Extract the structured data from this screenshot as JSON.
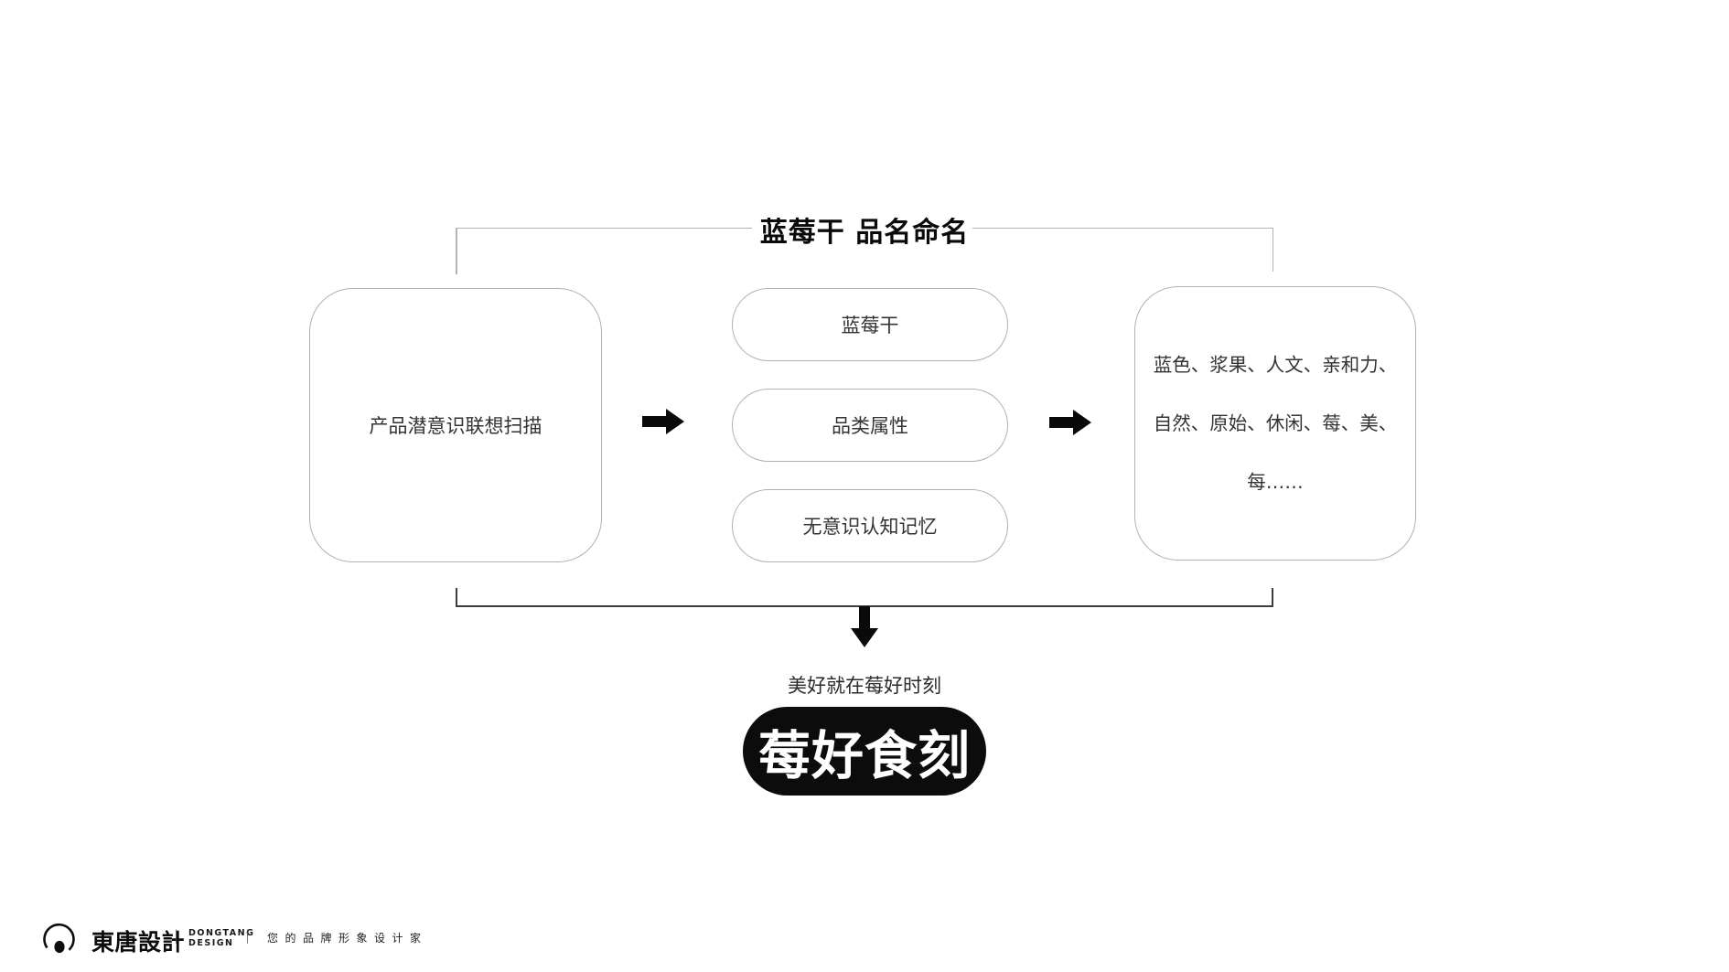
{
  "page": {
    "background": "#ffffff",
    "colors": {
      "accent_black": "#0c0c0c",
      "box_border_gray": "#b0b0b0",
      "top_bracket_gray": "#b4b4b4",
      "bottom_bracket_dark": "#3d3d3d",
      "body_text": "#333333",
      "pill_text": "#ffffff"
    }
  },
  "diagram": {
    "title": "蓝莓干 品名命名",
    "left_box": {
      "label": "产品潜意识联想扫描"
    },
    "middle_boxes": [
      {
        "label": "蓝莓干"
      },
      {
        "label": "品类属性"
      },
      {
        "label": "无意识认知记忆"
      }
    ],
    "right_box": {
      "lines": [
        "蓝色、浆果、人文、亲和力、",
        "自然、原始、休闲、莓、美、",
        "每……"
      ]
    },
    "icons": {
      "arrow_right": "right-arrow-icon",
      "arrow_down": "down-arrow-icon"
    },
    "result": {
      "tagline": "美好就在莓好时刻",
      "brand_name": "莓好食刻"
    }
  },
  "footer": {
    "logo_mark": "dongtang-logo-mark",
    "logo_cjk": "東唐設計",
    "logo_en_line1": "DONGTANG",
    "logo_en_line2": "DESIGN",
    "separator": "|",
    "slogan": "您的品牌形象设计家"
  }
}
